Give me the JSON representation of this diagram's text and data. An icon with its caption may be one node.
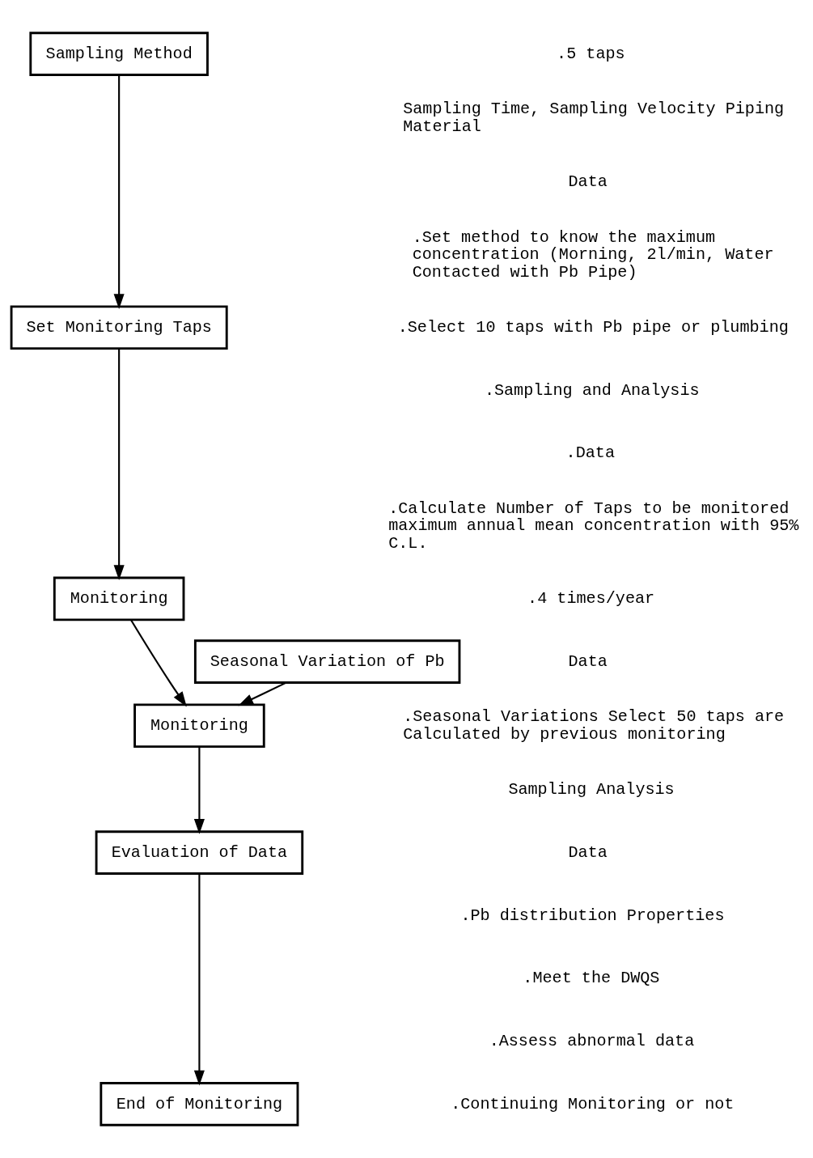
{
  "diagram": {
    "nodes": [
      {
        "text": [
          "Sampling Method"
        ]
      },
      {
        "text": [
          "Set Monitoring Taps"
        ]
      },
      {
        "text": [
          "Monitoring"
        ]
      },
      {
        "text": [
          "Seasonal Variation of Pb"
        ]
      },
      {
        "text": [
          "Monitoring"
        ]
      },
      {
        "text": [
          "Evaluation of Data"
        ]
      },
      {
        "text": [
          "End of Monitoring"
        ]
      }
    ],
    "edges": [
      {
        "from": 0,
        "to": 1,
        "arrow": "to"
      },
      {
        "from": 1,
        "to": 2,
        "arrow": "to"
      },
      {
        "from": 2,
        "to": 4,
        "arrow": "to"
      },
      {
        "from": 3,
        "to": 4,
        "arrow": "to"
      },
      {
        "from": 4,
        "to": 5,
        "arrow": "to"
      },
      {
        "from": 5,
        "to": 6,
        "arrow": "to"
      }
    ],
    "labels": [
      ".5 taps",
      "Sampling Time, Sampling Velocity Piping Material",
      "Data",
      ".Set method to know the maximum concentration (Morning, 2l/min, Water Contacted with Pb Pipe)",
      ".Select 10 taps with Pb pipe or plumbing",
      ".Sampling and Analysis",
      ".Data",
      ".Calculate Number of Taps to be monitored maximum annual mean concentration with 95% C.L.",
      ".4 times/year",
      "Data",
      ".Seasonal Variations Select 50 taps are Calculated by previous monitoring",
      "Sampling Analysis",
      "Data",
      ".Pb distribution Properties",
      ".Meet the DWQS",
      ".Assess abnormal data",
      ".Continuing Monitoring or not"
    ]
  }
}
